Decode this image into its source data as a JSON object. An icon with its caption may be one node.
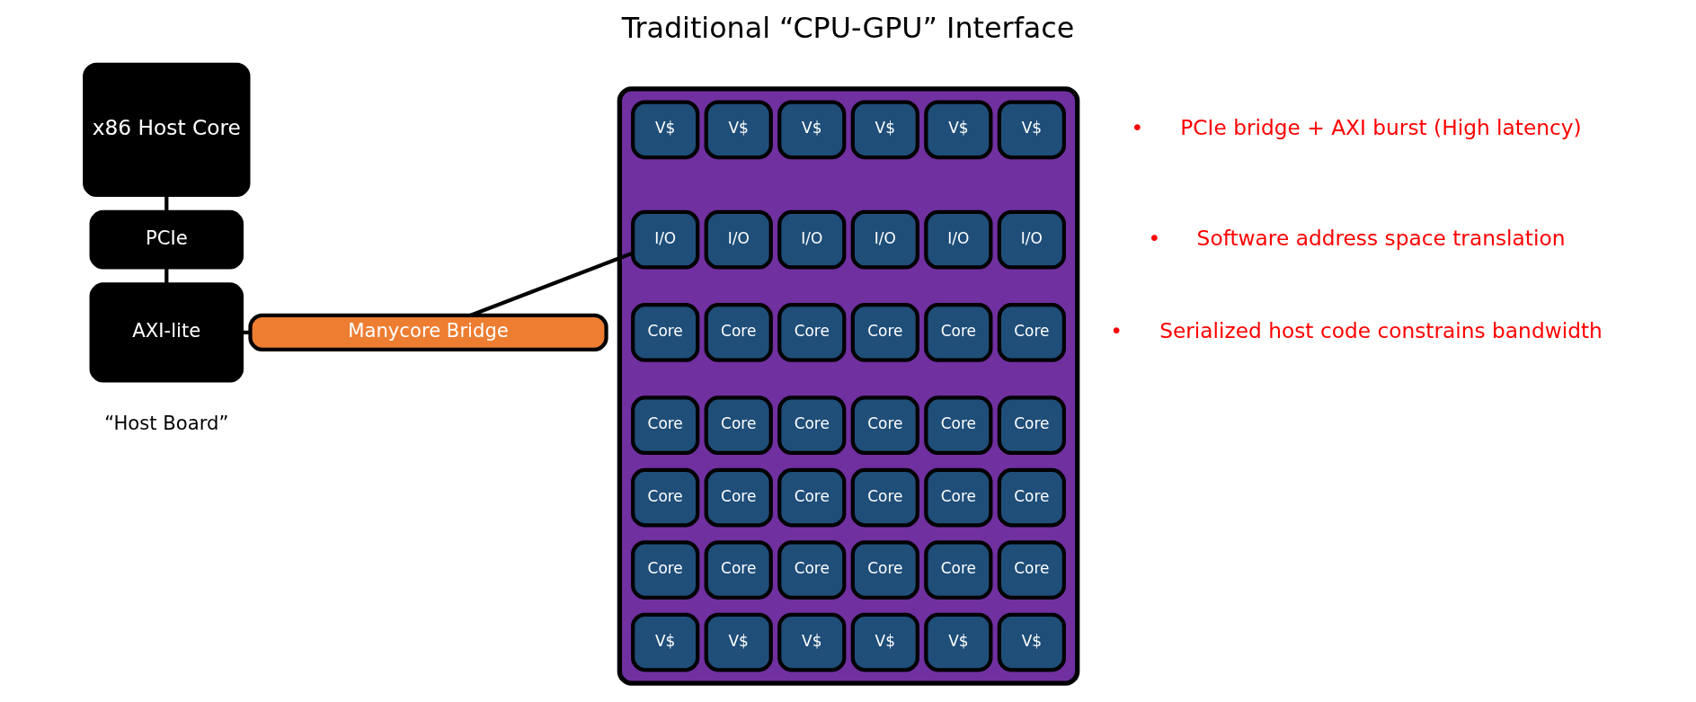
{
  "diagram": {
    "title": "Traditional “CPU-GPU” Interface",
    "nodes": [
      {
        "text": [
          "x86 Host Core"
        ]
      },
      {
        "text": [
          "PCIe"
        ]
      },
      {
        "text": [
          "AXI-lite"
        ],
        "beside": [
          "“Host Board”"
        ]
      },
      {
        "text": [
          "Manycore Bridge"
        ]
      },
      {
        "text": [],
        "shape": "box"
      },
      {
        "text": [
          "V$"
        ],
        "in": 4
      },
      {
        "text": [
          "V$"
        ],
        "in": 4
      },
      {
        "text": [
          "V$"
        ],
        "in": 4
      },
      {
        "text": [
          "V$"
        ],
        "in": 4
      },
      {
        "text": [
          "V$"
        ],
        "in": 4
      },
      {
        "text": [
          "V$"
        ],
        "in": 4
      },
      {
        "text": [
          "I/O"
        ],
        "in": 4
      },
      {
        "text": [
          "I/O"
        ],
        "in": 4
      },
      {
        "text": [
          "I/O"
        ],
        "in": 4
      },
      {
        "text": [
          "I/O"
        ],
        "in": 4
      },
      {
        "text": [
          "I/O"
        ],
        "in": 4
      },
      {
        "text": [
          "I/O"
        ],
        "in": 4
      },
      {
        "text": [
          "Core"
        ],
        "in": 4
      },
      {
        "text": [
          "Core"
        ],
        "in": 4
      },
      {
        "text": [
          "Core"
        ],
        "in": 4
      },
      {
        "text": [
          "Core"
        ],
        "in": 4
      },
      {
        "text": [
          "Core"
        ],
        "in": 4
      },
      {
        "text": [
          "Core"
        ],
        "in": 4
      },
      {
        "text": [
          "Core"
        ],
        "in": 4
      },
      {
        "text": [
          "Core"
        ],
        "in": 4
      },
      {
        "text": [
          "Core"
        ],
        "in": 4
      },
      {
        "text": [
          "Core"
        ],
        "in": 4
      },
      {
        "text": [
          "Core"
        ],
        "in": 4
      },
      {
        "text": [
          "Core"
        ],
        "in": 4
      },
      {
        "text": [
          "Core"
        ],
        "in": 4
      },
      {
        "text": [
          "Core"
        ],
        "in": 4
      },
      {
        "text": [
          "Core"
        ],
        "in": 4
      },
      {
        "text": [
          "Core"
        ],
        "in": 4
      },
      {
        "text": [
          "Core"
        ],
        "in": 4
      },
      {
        "text": [
          "Core"
        ],
        "in": 4
      },
      {
        "text": [
          "Core"
        ],
        "in": 4
      },
      {
        "text": [
          "Core"
        ],
        "in": 4
      },
      {
        "text": [
          "Core"
        ],
        "in": 4
      },
      {
        "text": [
          "Core"
        ],
        "in": 4
      },
      {
        "text": [
          "Core"
        ],
        "in": 4
      },
      {
        "text": [
          "Core"
        ],
        "in": 4
      },
      {
        "text": [
          "V$"
        ],
        "in": 4
      },
      {
        "text": [
          "V$"
        ],
        "in": 4
      },
      {
        "text": [
          "V$"
        ],
        "in": 4
      },
      {
        "text": [
          "V$"
        ],
        "in": 4
      },
      {
        "text": [
          "V$"
        ],
        "in": 4
      },
      {
        "text": [
          "V$"
        ],
        "in": 4
      }
    ],
    "edges": [
      {
        "from": 0,
        "to": 1,
        "arrow": "none"
      },
      {
        "from": 1,
        "to": 2,
        "arrow": "none"
      },
      {
        "from": 2,
        "to": 3,
        "arrow": "none"
      },
      {
        "from": 3,
        "to": 11,
        "arrow": "none"
      }
    ],
    "labels": [
      "•",
      "PCIe bridge + AXI burst (High latency)",
      "•",
      "Software address space translation",
      "•",
      "Serialized host code constrains bandwidth"
    ]
  }
}
